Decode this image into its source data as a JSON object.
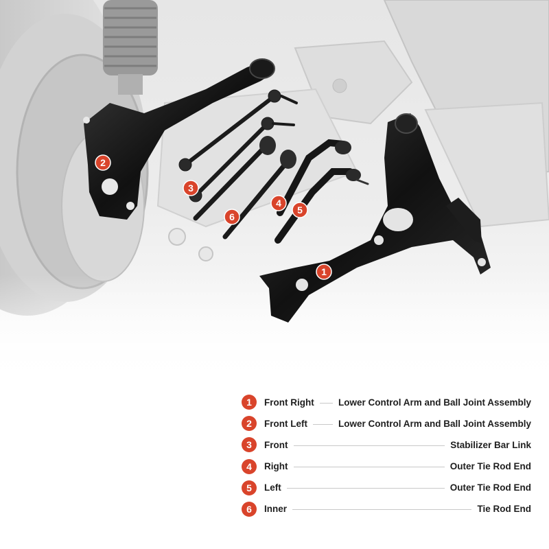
{
  "photo": {
    "description_icons": [
      "strut-spring-icon",
      "control-arm-icon",
      "stabilizer-link-icon",
      "tie-rod-icon"
    ],
    "badges": [
      "2",
      "3",
      "6",
      "4",
      "5",
      "1"
    ],
    "badge_color": "#d9442b"
  },
  "legend": {
    "items": [
      {
        "num": "1",
        "position": "Front Right",
        "part": "Lower Control Arm and Ball Joint Assembly"
      },
      {
        "num": "2",
        "position": "Front Left",
        "part": "Lower Control Arm and Ball Joint Assembly"
      },
      {
        "num": "3",
        "position": "Front",
        "part": "Stabilizer Bar Link"
      },
      {
        "num": "4",
        "position": "Right",
        "part": "Outer Tie Rod End"
      },
      {
        "num": "5",
        "position": "Left",
        "part": "Outer Tie Rod End"
      },
      {
        "num": "6",
        "position": "Inner",
        "part": "Tie Rod End"
      }
    ]
  }
}
